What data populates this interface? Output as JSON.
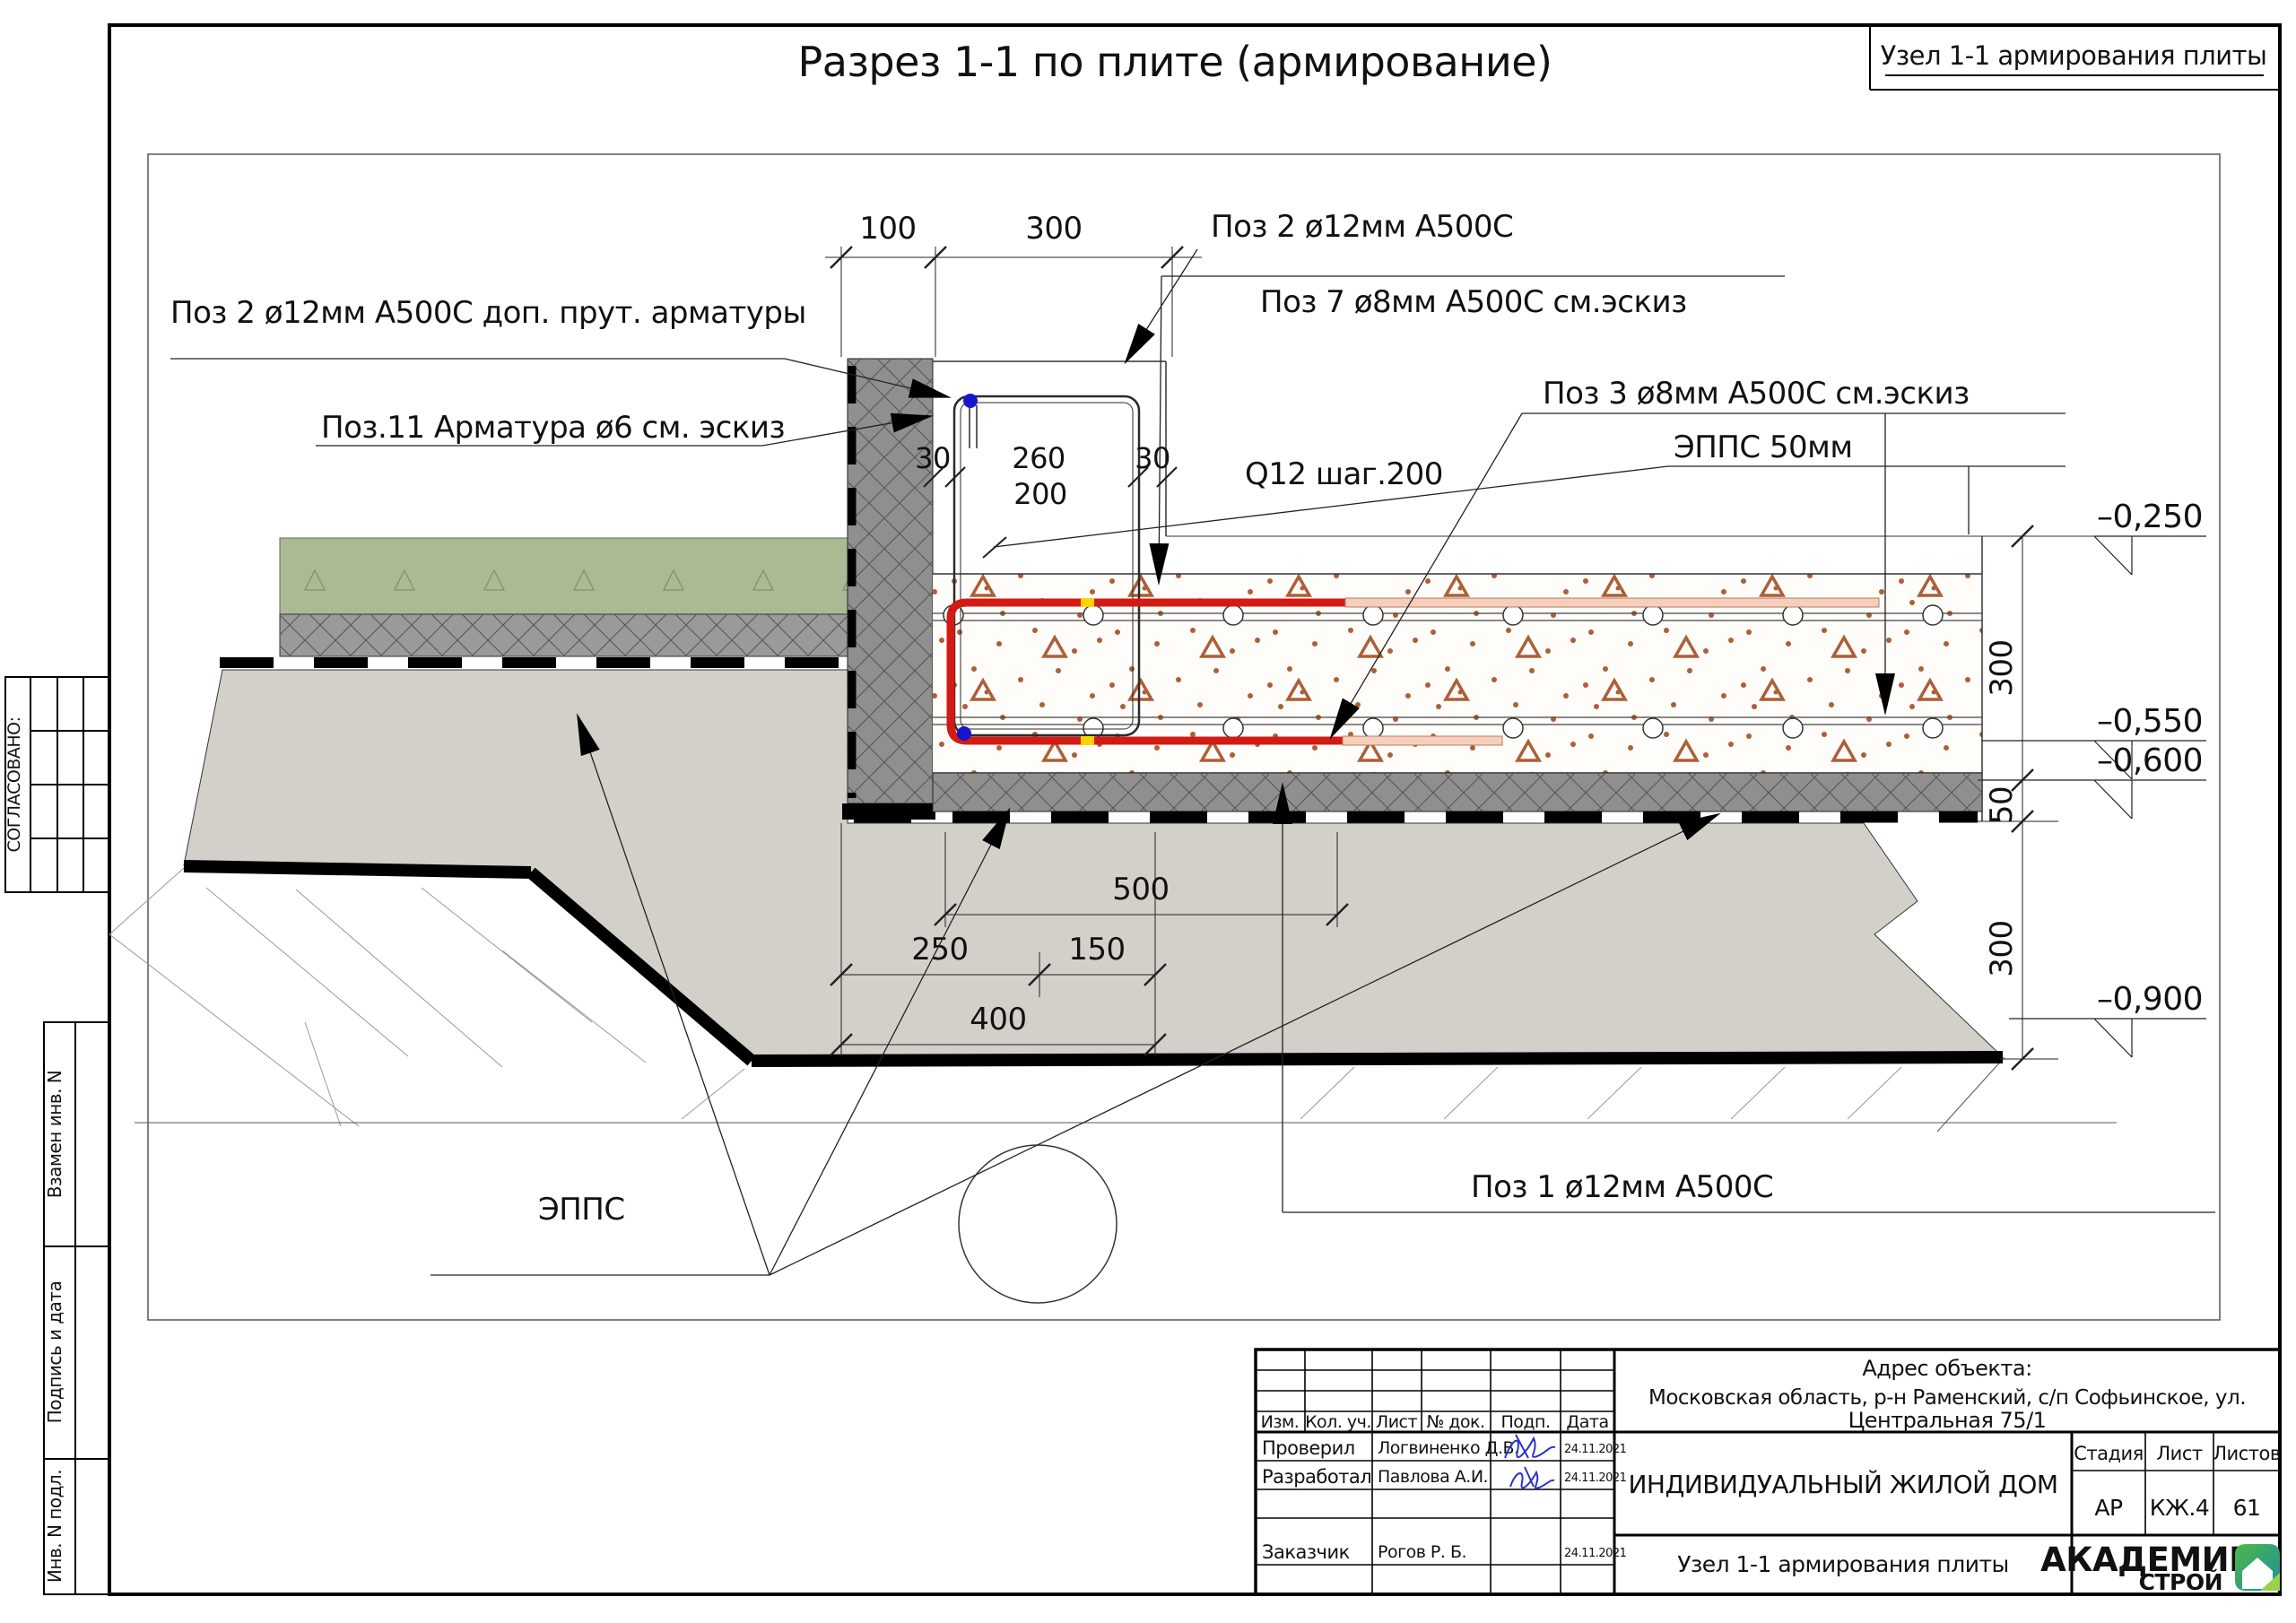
{
  "title": "Разрез 1-1 по плите (армирование)",
  "corner_note": "Узел 1-1 армирования плиты",
  "callouts": {
    "pos2_top": "Поз 2 ø12мм А500С",
    "pos7": "Поз 7 ø8мм А500С см.эскиз",
    "pos2_left": "Поз 2 ø12мм А500С доп. прут. арматуры",
    "pos11": "Поз.11 Арматура ø6 см. эскиз",
    "pos3": "Поз 3 ø8мм А500С см.эскиз",
    "epps_50": "ЭППС 50мм",
    "q12": "Q12 шаг.200",
    "epps": "ЭППС",
    "pos1": "Поз 1 ø12мм А500С"
  },
  "dims": {
    "top": [
      "100",
      "300"
    ],
    "upstand": [
      "30",
      "260",
      "30",
      "200"
    ],
    "bottom": [
      "500",
      "250",
      "150",
      "400"
    ],
    "right": [
      "300",
      "50",
      "300"
    ]
  },
  "elevations": [
    "–0,250",
    "–0,550",
    "–0,600",
    "–0,900"
  ],
  "side_stamp": {
    "agreed": "СОГЛАСОВАНО:",
    "vzamen": "Взамен инв. N",
    "podpis": "Подпись и дата",
    "inv": "Инв. N подл."
  },
  "title_block": {
    "address_label": "Адрес объекта:",
    "address_line1": "Московская область, р-н Раменский, с/п Софьинское, ул.",
    "address_line2": "Центральная 75/1",
    "header_cols": [
      "Изм.",
      "Кол. уч.",
      "Лист",
      "№ док.",
      "Подп.",
      "Дата"
    ],
    "sign_rows": [
      {
        "role": "Проверил",
        "name": "Логвиненко Д.В.",
        "date": "24.11.2021"
      },
      {
        "role": "Разработал",
        "name": "Павлова А.И.",
        "date": "24.11.2021"
      },
      {
        "role": "Заказчик",
        "name": "Рогов Р. Б.",
        "date": "24.11.2021"
      }
    ],
    "project": "ИНДИВИДУАЛЬНЫЙ ЖИЛОЙ ДОМ",
    "stage_label": "Стадия",
    "sheet_label": "Лист",
    "sheets_label": "Листов",
    "stage": "АР",
    "sheet_num": "КЖ.4",
    "sheets_total": "61",
    "node_title": "Узел 1-1 армирования плиты",
    "logo_line1": "АКАДЕМИК",
    "logo_line2": "СТРОЙ"
  },
  "colors": {
    "rebar_red": "#d21b14",
    "rebar_pink": "#f6cfbc",
    "dot_blue": "#1616c8",
    "splice_yellow": "#ffd400",
    "soil": "#d3d0c9",
    "green_layer": "#aabb93",
    "hatch_gray": "#8f8f8f",
    "concrete_dot": "#ad5f36",
    "logo_green": "#3aaa35",
    "logo_teal": "#1d8fa0",
    "signature_blue": "#2a35c0"
  }
}
